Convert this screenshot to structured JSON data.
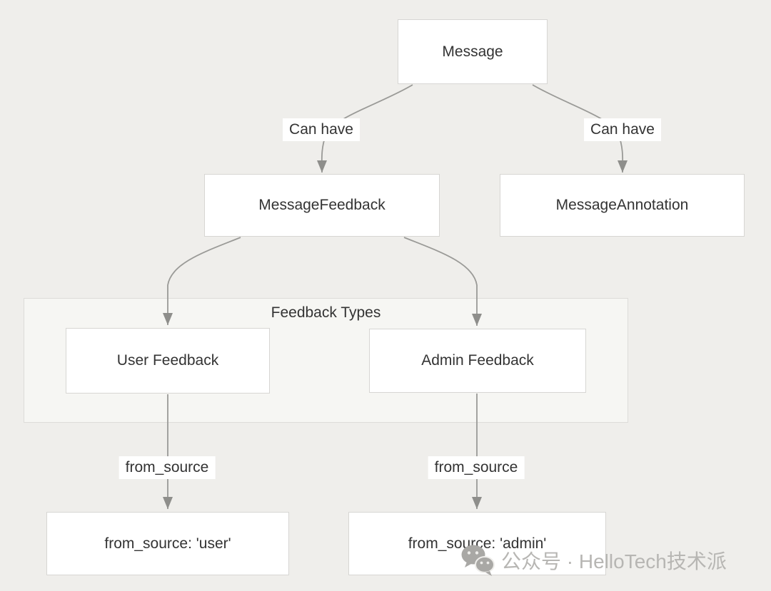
{
  "diagram": {
    "type": "flowchart",
    "nodes": {
      "message": {
        "label": "Message"
      },
      "message_feedback": {
        "label": "MessageFeedback"
      },
      "message_annotation": {
        "label": "MessageAnnotation"
      },
      "user_feedback": {
        "label": "User Feedback"
      },
      "admin_feedback": {
        "label": "Admin Feedback"
      },
      "from_source_user": {
        "label": "from_source: 'user'"
      },
      "from_source_admin": {
        "label": "from_source: 'admin'"
      }
    },
    "subgraph": {
      "title": "Feedback Types"
    },
    "edges": [
      {
        "from": "message",
        "to": "message_feedback",
        "label": "Can have"
      },
      {
        "from": "message",
        "to": "message_annotation",
        "label": "Can have"
      },
      {
        "from": "message_feedback",
        "to": "user_feedback",
        "label": ""
      },
      {
        "from": "message_feedback",
        "to": "admin_feedback",
        "label": ""
      },
      {
        "from": "user_feedback",
        "to": "from_source_user",
        "label": "from_source"
      },
      {
        "from": "admin_feedback",
        "to": "from_source_admin",
        "label": "from_source"
      }
    ],
    "colors": {
      "canvas_bg": "#efeeeb",
      "subgraph_bg": "#f6f6f3",
      "node_bg": "#ffffff",
      "node_border": "#d7d6d3",
      "text": "#333333",
      "edge_stroke": "#9a9a97",
      "arrowhead": "#8e8e8b",
      "watermark_text": "#b7b6b3",
      "watermark_icon": "#a9a8a5"
    }
  },
  "watermark": {
    "icon": "wechat-icon",
    "text": "公众号 · HelloTech技术派"
  }
}
